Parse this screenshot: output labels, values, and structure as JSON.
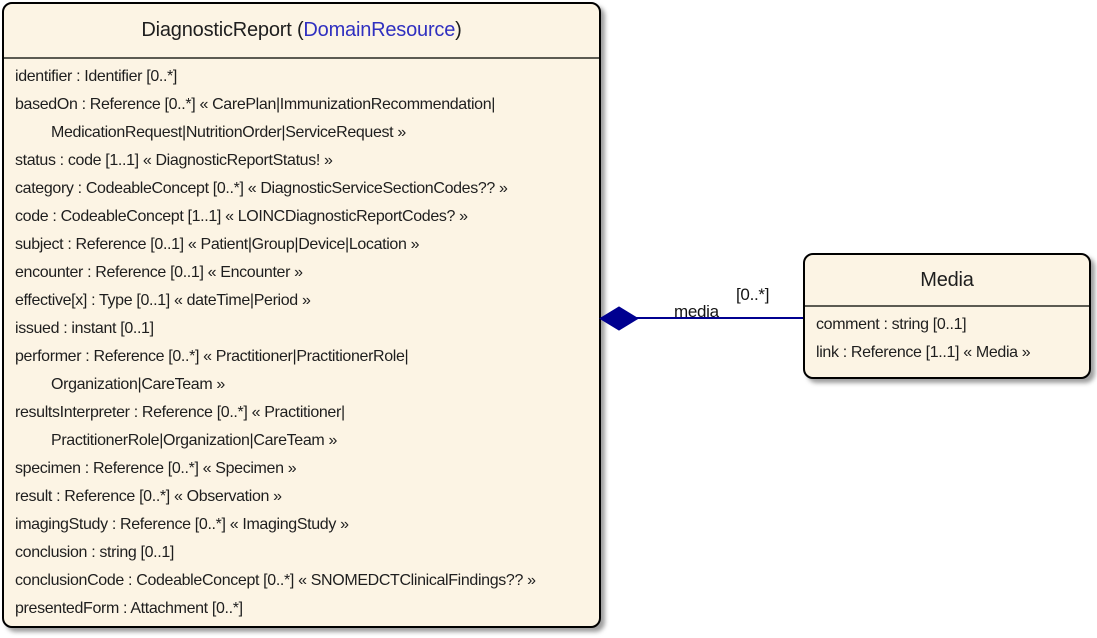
{
  "colors": {
    "class_box_fill": "#FCF4E4",
    "class_box_border": "#000000",
    "header_divider": "#5C5B52",
    "association_line": "#000090",
    "link_text": "#3030C0",
    "attribute_text": "#1E1E1E"
  },
  "diagnostic_report": {
    "title_prefix": "DiagnosticReport (",
    "title_link": "DomainResource",
    "title_suffix": ")",
    "attributes": [
      {
        "text": "identifier : Identifier [0..*]"
      },
      {
        "text": "basedOn : Reference [0..*] « CarePlan|ImmunizationRecommendation|"
      },
      {
        "text": "MedicationRequest|NutritionOrder|ServiceRequest »"
      },
      {
        "text": "status : code [1..1] « DiagnosticReportStatus! »"
      },
      {
        "text": "category : CodeableConcept [0..*] « DiagnosticServiceSectionCodes?? »"
      },
      {
        "text": "code : CodeableConcept [1..1] « LOINCDiagnosticReportCodes? »"
      },
      {
        "text": "subject : Reference [0..1] « Patient|Group|Device|Location »"
      },
      {
        "text": "encounter : Reference [0..1] « Encounter »"
      },
      {
        "text": "effective[x] : Type [0..1] « dateTime|Period »"
      },
      {
        "text": "issued : instant [0..1]"
      },
      {
        "text": "performer : Reference [0..*] « Practitioner|PractitionerRole|"
      },
      {
        "text": "Organization|CareTeam »"
      },
      {
        "text": "resultsInterpreter : Reference [0..*] « Practitioner|"
      },
      {
        "text": "PractitionerRole|Organization|CareTeam »"
      },
      {
        "text": "specimen : Reference [0..*] « Specimen »"
      },
      {
        "text": "result : Reference [0..*] « Observation »"
      },
      {
        "text": "imagingStudy : Reference [0..*] « ImagingStudy »"
      },
      {
        "text": "conclusion : string [0..1]"
      },
      {
        "text": "conclusionCode : CodeableConcept [0..*] « SNOMEDCTClinicalFindings?? »"
      },
      {
        "text": "presentedForm : Attachment [0..*]"
      }
    ]
  },
  "media_class": {
    "title": "Media",
    "attributes": [
      {
        "text": "comment : string [0..1]"
      },
      {
        "text": "link : Reference [1..1] « Media »"
      }
    ]
  },
  "association": {
    "label": "media",
    "cardinality": "[0..*]"
  }
}
